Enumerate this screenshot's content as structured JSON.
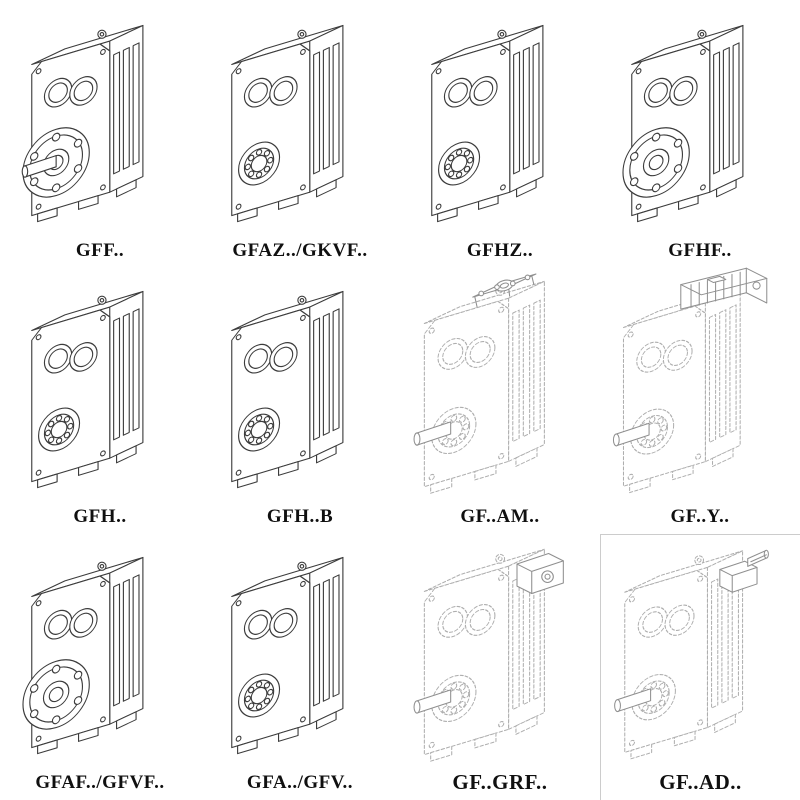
{
  "colors": {
    "line": "#3c3c3c",
    "phantom_line": "#aeaeae",
    "label": "#101010",
    "background": "#ffffff"
  },
  "items": [
    {
      "label": "GFF..",
      "variant": "flange-with-solid-shaft-gearbox-drawing"
    },
    {
      "label": "GFAZ../GKVF..",
      "variant": "hollow-shaft-gearbox-drawing"
    },
    {
      "label": "GFHZ..",
      "variant": "hollow-shaft-gearbox-drawing"
    },
    {
      "label": "GFHF..",
      "variant": "flange-hollow-shaft-gearbox-drawing"
    },
    {
      "label": "GFH..",
      "variant": "hollow-shaft-gearbox-drawing"
    },
    {
      "label": "GFH..B",
      "variant": "hollow-shaft-foot-gearbox-drawing"
    },
    {
      "label": "GF..AM..",
      "variant": "phantom-gearbox-motor-adapter-flange-drawing"
    },
    {
      "label": "GF..Y..",
      "variant": "phantom-gearbox-with-motor-drawing"
    },
    {
      "label": "GFAF../GFVF..",
      "variant": "flange-hollow-shaft-gearbox-drawing"
    },
    {
      "label": "GFA../GFV..",
      "variant": "hollow-shaft-gearbox-drawing"
    },
    {
      "label": "GF..GRF..",
      "variant": "phantom-gearbox-prestage-drawing"
    },
    {
      "label": "GF..AD..",
      "variant": "phantom-gearbox-input-shaft-adapter-drawing"
    }
  ]
}
